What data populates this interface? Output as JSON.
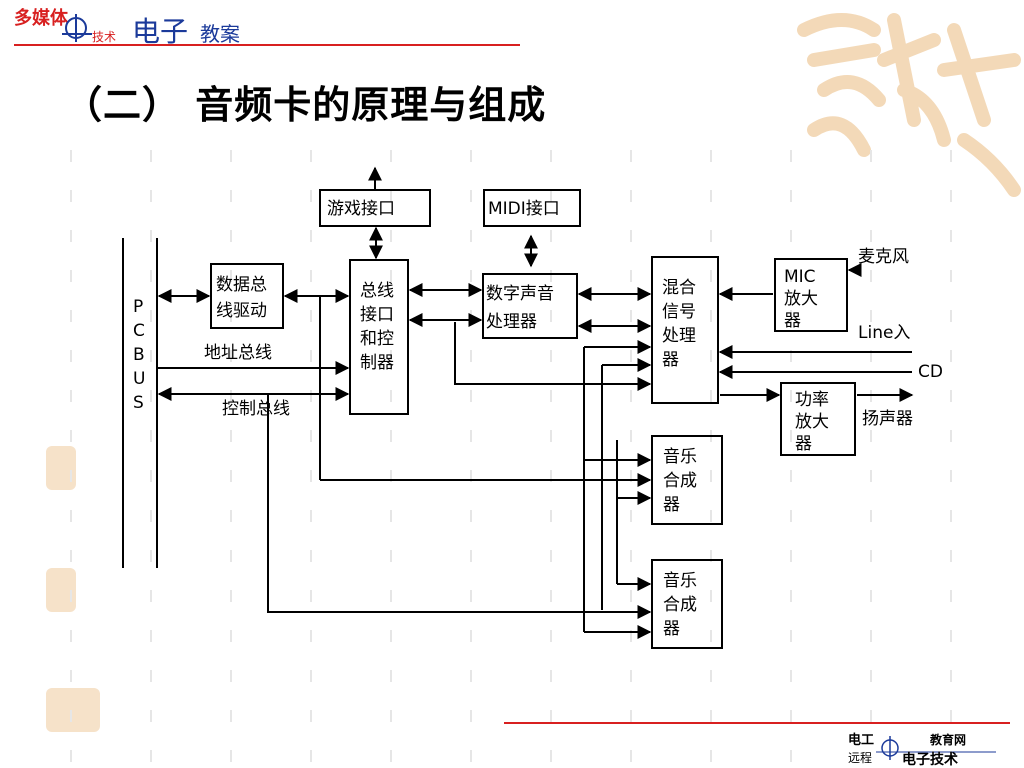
{
  "header": {
    "left_text": "多媒体",
    "small_text": "技术",
    "big_text": "电子",
    "big_text2": "教案"
  },
  "title": "（二）  音频卡的原理与组成",
  "diagram": {
    "pcbus": [
      "P",
      "C",
      "B",
      "U",
      "S"
    ],
    "address_bus": "地址总线",
    "control_bus": "控制总线",
    "data_bus_driver": [
      "数据总",
      "线驱动"
    ],
    "bus_controller": [
      "总线",
      "接口",
      "和控",
      "制器"
    ],
    "game_port": "游戏接口",
    "midi_port": "MIDI接口",
    "dsp": [
      "数字声音",
      "处理器"
    ],
    "mixer": [
      "混合",
      "信号",
      "处理",
      "器"
    ],
    "mic_amp": [
      "MIC",
      "放大",
      "器"
    ],
    "power_amp": [
      "功率",
      "放大",
      "器"
    ],
    "synth1": [
      "音乐",
      "合成",
      "器"
    ],
    "synth2": [
      "音乐",
      "合成",
      "器"
    ],
    "microphone": "麦克风",
    "line_in": "Line入",
    "cd": "CD",
    "speaker": "扬声器"
  },
  "footer": {
    "logo_top_left": "电工",
    "logo_bottom_left": "远程",
    "logo_top_right": "教育网",
    "logo_bottom_right": "电子技术"
  },
  "colors": {
    "accent_red": "#d82020",
    "title_blue": "#1b3a9a",
    "deco_tan": "#f3d9b8"
  }
}
